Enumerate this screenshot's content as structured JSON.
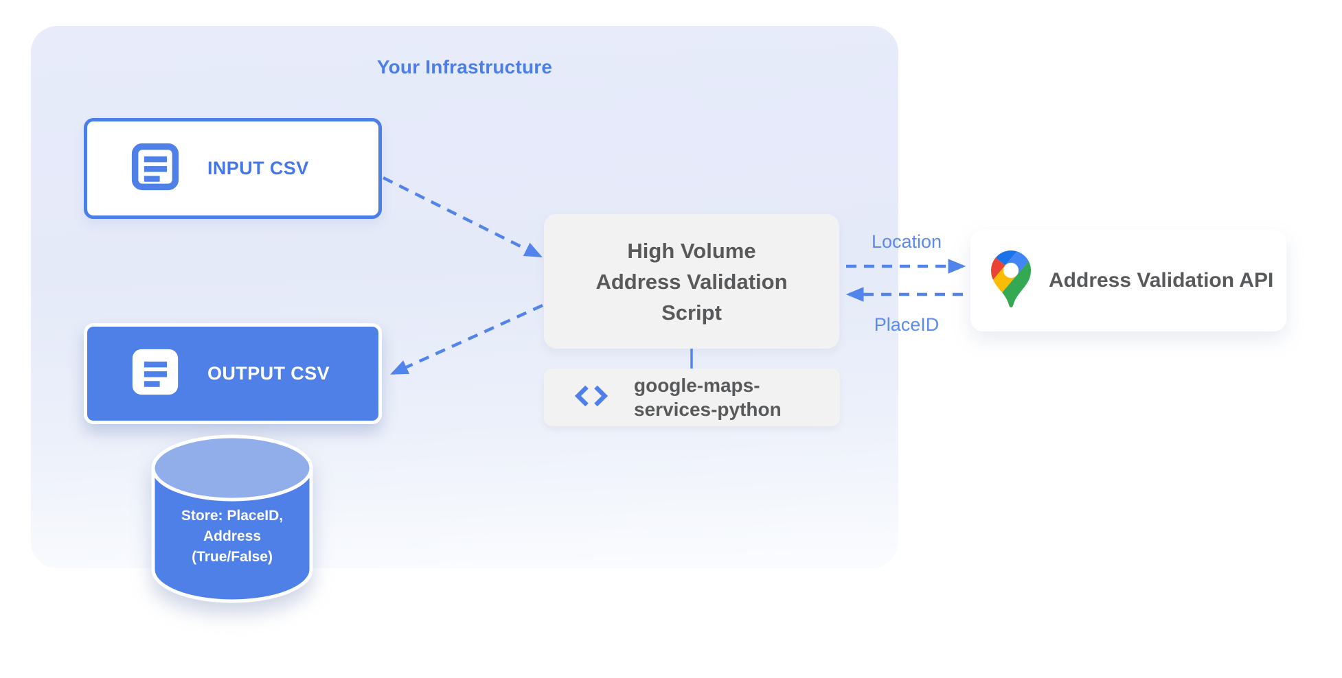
{
  "diagram": {
    "container": {
      "title": "Your Infrastructure"
    },
    "nodes": {
      "input_csv": {
        "label": "INPUT CSV",
        "icon": "document-icon"
      },
      "output_csv": {
        "label": "OUTPUT CSV",
        "icon": "document-icon"
      },
      "datastore": {
        "label": "Store: PlaceID,\nAddress\n(True/False)",
        "icon": "database-cylinder"
      },
      "script": {
        "label": "High Volume\nAddress Validation\nScript"
      },
      "library": {
        "label": "google-maps-\nservices-python",
        "icon": "code-icon"
      },
      "api": {
        "label": "Address Validation API",
        "icon": "google-maps-pin-icon"
      }
    },
    "edges": {
      "location_label": "Location",
      "placeid_label": "PlaceID"
    },
    "colors": {
      "accent_blue": "#4E80E7",
      "edge_label_blue": "#5C8AEE",
      "arrow_blue": "#5285EC",
      "cylinder_top_blue": "#91AEEA",
      "container_blue": "#E6EAF9",
      "box_gray": "#F2F2F2",
      "text_gray": "#58595B",
      "maps_pin_red": "#EA4335",
      "maps_pin_blue": "#4285F4",
      "maps_pin_dark_blue": "#1A73E8",
      "maps_pin_yellow": "#FBBC04",
      "maps_pin_green": "#34A853"
    }
  }
}
